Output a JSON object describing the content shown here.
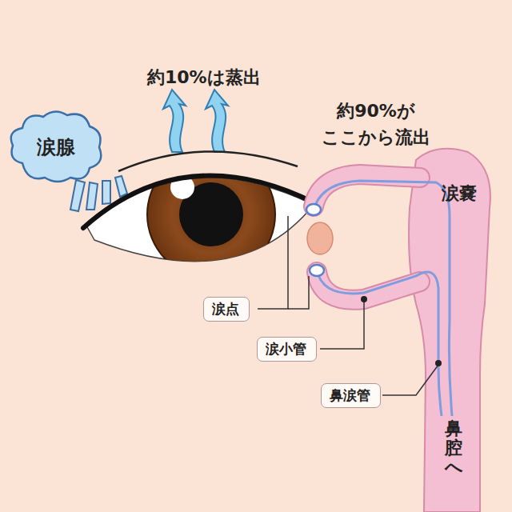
{
  "diagram": {
    "nodes": [
      {
        "text": [
          "涙腺"
        ]
      },
      {
        "text": [
          "涙点"
        ]
      },
      {
        "text": [
          "涙小管"
        ]
      },
      {
        "text": [
          "鼻涙管"
        ]
      }
    ],
    "labels": [
      "約10%は蒸出",
      "約90%が ここから流出",
      "涙嚢",
      "鼻腔へ"
    ]
  }
}
